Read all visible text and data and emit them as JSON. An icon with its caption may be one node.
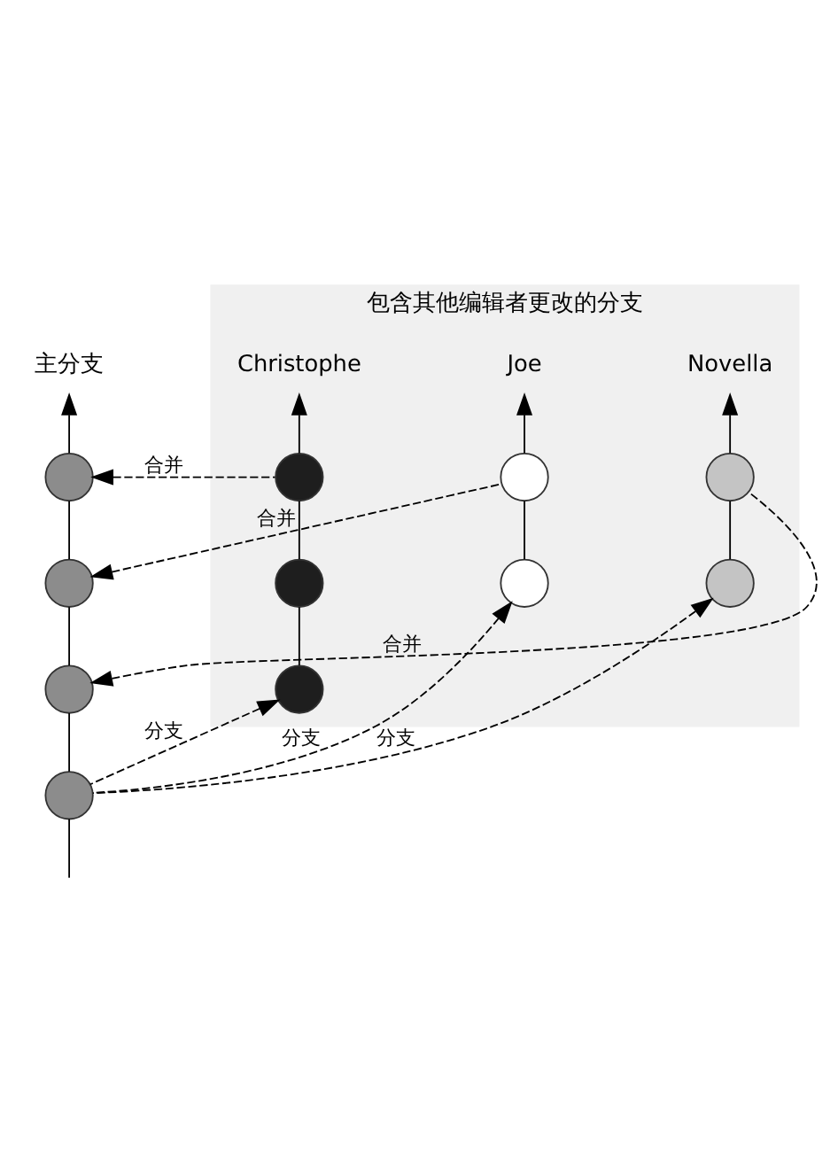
{
  "diagram": {
    "nodes": [
      {
        "text": [
          "包含其他编辑者更改的分支"
        ]
      },
      {
        "text": [
          "主分支"
        ]
      },
      {
        "text": [
          "Novella"
        ],
        "in": 0
      },
      {
        "text": [
          "Joe"
        ],
        "in": 0
      },
      {
        "text": [
          "Christophe"
        ],
        "in": 0
      },
      {
        "text": [],
        "shape": "circle"
      },
      {
        "text": [],
        "shape": "circle"
      },
      {
        "text": [],
        "shape": "circle"
      },
      {
        "text": [],
        "shape": "circle"
      },
      {
        "text": [],
        "shape": "circle",
        "in": 0
      },
      {
        "text": [],
        "shape": "circle",
        "in": 0
      },
      {
        "text": [],
        "shape": "circle",
        "in": 0
      },
      {
        "text": [],
        "shape": "circle",
        "in": 0
      },
      {
        "text": [],
        "shape": "circle",
        "in": 0
      },
      {
        "text": [],
        "shape": "circle",
        "in": 0
      },
      {
        "text": [],
        "shape": "circle",
        "in": 0
      }
    ],
    "edges": [
      {
        "from": null,
        "to": 8,
        "arrow": "none"
      },
      {
        "from": 8,
        "to": 7,
        "arrow": "none"
      },
      {
        "from": 7,
        "to": 6,
        "arrow": "none"
      },
      {
        "from": 6,
        "to": 5,
        "arrow": "none"
      },
      {
        "from": 5,
        "to": 1,
        "arrow": "to"
      },
      {
        "from": 15,
        "to": 14,
        "arrow": "none"
      },
      {
        "from": 14,
        "to": 2,
        "arrow": "to"
      },
      {
        "from": 13,
        "to": 12,
        "arrow": "none"
      },
      {
        "from": 12,
        "to": 3,
        "arrow": "to"
      },
      {
        "from": 11,
        "to": 10,
        "arrow": "none"
      },
      {
        "from": 10,
        "to": 9,
        "arrow": "none"
      },
      {
        "from": 9,
        "to": 4,
        "arrow": "to"
      },
      {
        "from": 9,
        "to": 5,
        "arrow": "to",
        "label": "合并",
        "style": "dashed"
      },
      {
        "from": 12,
        "to": 6,
        "arrow": "to",
        "label": "合并",
        "style": "dashed"
      },
      {
        "from": 14,
        "to": 7,
        "arrow": "to",
        "label": "合并",
        "style": "dashed"
      },
      {
        "from": 8,
        "to": 15,
        "arrow": "to",
        "label": "分支",
        "style": "dashed"
      },
      {
        "from": 8,
        "to": 13,
        "arrow": "to",
        "label": "分支",
        "style": "dashed"
      },
      {
        "from": 8,
        "to": 11,
        "arrow": "to",
        "label": "分支",
        "style": "dashed"
      }
    ]
  }
}
